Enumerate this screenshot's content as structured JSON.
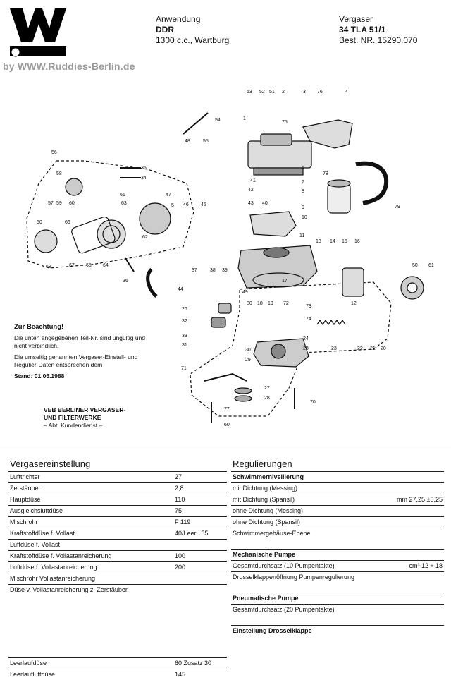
{
  "header": {
    "col1_label": "Anwendung",
    "col1_line2": "DDR",
    "col1_line3": "1300 c.c., Wartburg",
    "col2_label": "Vergaser",
    "col2_line2": "34 TLA 51/1",
    "col2_line3": "Best. NR. 15290.070"
  },
  "watermark": "by WWW.Ruddies-Berlin.de",
  "diagram": {
    "part_numbers": [
      "53",
      "52",
      "51",
      "2",
      "3",
      "76",
      "4",
      "54",
      "1",
      "75",
      "56",
      "48",
      "55",
      "35",
      "34",
      "58",
      "57",
      "59",
      "60",
      "61",
      "47",
      "46",
      "45",
      "63",
      "5",
      "6",
      "78",
      "41",
      "7",
      "42",
      "8",
      "43",
      "40",
      "9",
      "79",
      "10",
      "11",
      "62",
      "50",
      "66",
      "68",
      "67",
      "65",
      "64",
      "36",
      "37",
      "38",
      "39",
      "13",
      "14",
      "15",
      "16",
      "44",
      "12",
      "17",
      "49",
      "61",
      "26",
      "80",
      "18",
      "19",
      "72",
      "73",
      "74",
      "32",
      "33",
      "31",
      "24",
      "23",
      "22",
      "21",
      "20",
      "71",
      "30",
      "29",
      "27",
      "28",
      "77",
      "70",
      "60"
    ]
  },
  "note": {
    "title": "Zur Beachtung!",
    "p1": "Die unten angegebenen Teil-Nr. sind ungültig und nicht verbindlich.",
    "p2": "Die umseitig genannten Vergaser-Einstell- und Regulier-Daten entsprechen dem",
    "stand": "Stand: 01.06.1988"
  },
  "company": {
    "line1": "VEB BERLINER VERGASER-",
    "line2": "UND FILTERWERKE",
    "line3": "– Abt. Kundendienst –"
  },
  "left_table": {
    "title": "Vergasereinstellung",
    "rows": [
      {
        "label": "Lufttrichter",
        "value": "27"
      },
      {
        "label": "Zerstäuber",
        "value": "2,8"
      },
      {
        "label": "Hauptdüse",
        "value": "110"
      },
      {
        "label": "Ausgleichsluftdüse",
        "value": "75"
      },
      {
        "label": "Mischrohr",
        "value": "F 119"
      },
      {
        "label": "Kraftstoffdüse f. Vollast",
        "value": "40/Leerl. 55"
      },
      {
        "label": "Luftdüse f. Vollast",
        "value": ""
      },
      {
        "label": "Kraftstoffdüse f. Vollastanreicherung",
        "value": "100"
      },
      {
        "label": "Luftdüse f. Vollastanreicherung",
        "value": "200"
      },
      {
        "label": "Mischrohr Vollastanreicherung",
        "value": ""
      },
      {
        "label": "Düse v. Vollastanreicherung z. Zerstäuber",
        "value": ""
      }
    ],
    "bottom_rows": [
      {
        "label": "Leerlaufdüse",
        "value": "60 Zusatz 30"
      },
      {
        "label": "Leerlaufluftdüse",
        "value": "145"
      }
    ]
  },
  "right_table": {
    "title": "Regulierungen",
    "sections": [
      {
        "rows": [
          {
            "label": "Schwimmerniveilierung",
            "value": "",
            "bold": true
          },
          {
            "label": "mit Dichtung (Messing)",
            "value": ""
          },
          {
            "label": "mit Dichtung (Spansil)",
            "value": "mm 27,25 ±0,25"
          },
          {
            "label": "ohne Dichtung (Messing)",
            "value": ""
          },
          {
            "label": "ohne Dichtung (Spansil)",
            "value": ""
          },
          {
            "label": "Schwimmergehäuse-Ebene",
            "value": ""
          }
        ]
      },
      {
        "rows": [
          {
            "label": "Mechanische Pumpe",
            "value": "",
            "bold": true
          },
          {
            "label": "Gesamtdurchsatz (10 Pumpentakte)",
            "value": "cm³ 12 ÷ 18"
          },
          {
            "label": "Drosselklappenöffnung Pumpenregulierung",
            "value": ""
          }
        ]
      },
      {
        "rows": [
          {
            "label": "Pneumatische Pumpe",
            "value": "",
            "bold": true
          },
          {
            "label": "Gesamtdurchsatz (20 Pumpentakte)",
            "value": ""
          }
        ]
      },
      {
        "rows": [
          {
            "label": "Einstellung Drosselklappe",
            "value": "",
            "bold": true
          }
        ]
      }
    ]
  }
}
